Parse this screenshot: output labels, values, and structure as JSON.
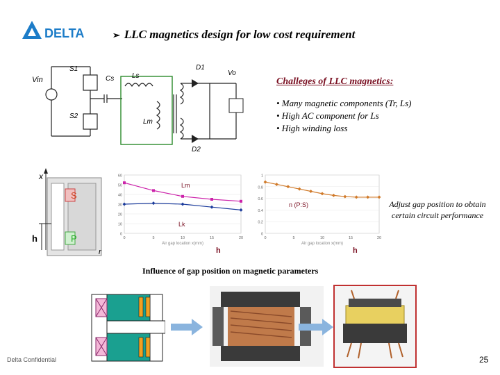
{
  "header": {
    "logo_text": "DELTA",
    "title": "LLC magnetics design for low cost requirement"
  },
  "circuit": {
    "vin": "Vin",
    "s1": "S1",
    "s2": "S2",
    "cs": "Cs",
    "ls": "Ls",
    "lm": "Lm",
    "d1": "D1",
    "d2": "D2",
    "vo": "Vo"
  },
  "challenges": {
    "title": "Challeges of LLC magnetics:",
    "items": [
      "• Many magnetic components (Tr, Ls)",
      "• High AC component for Ls",
      "• High winding loss"
    ]
  },
  "core_diagram": {
    "x_label": "x",
    "s_label": "S",
    "p_label": "P",
    "h_label": "h",
    "r_label": "r"
  },
  "adjust_note": "Adjust gap position to obtain certain circuit performance",
  "caption": "Influence of gap position on magnetic parameters",
  "footer": {
    "confidential": "Delta Confidential",
    "page_number": "25"
  },
  "colors": {
    "lm_series": "#cc22aa",
    "lk_series": "#1c3c9c",
    "n_series": "#d07a2a",
    "challenge_title": "#7a1022",
    "arrow": "#8ab4de"
  },
  "chart_data": [
    {
      "type": "line",
      "xlabel": "Air gap location x(mm)",
      "x_ticks": [
        "0",
        "5",
        "10",
        "15",
        "20"
      ],
      "y_ticks": [
        "0",
        "10",
        "20",
        "30",
        "40",
        "50",
        "60"
      ],
      "ylim": [
        0,
        60
      ],
      "xlim": [
        0,
        20
      ],
      "series": [
        {
          "name": "Lm",
          "x": [
            0,
            5,
            10,
            15,
            20
          ],
          "y": [
            52,
            44,
            38,
            35,
            33
          ]
        },
        {
          "name": "Lk",
          "x": [
            0,
            5,
            10,
            15,
            20
          ],
          "y": [
            30,
            31,
            30,
            27,
            24
          ]
        }
      ],
      "annotation": "h"
    },
    {
      "type": "line",
      "xlabel": "Air gap location x(mm)",
      "x_ticks": [
        "0",
        "5",
        "10",
        "15",
        "20"
      ],
      "y_ticks": [
        "0",
        "0.2",
        "0.4",
        "0.6",
        "0.8",
        "1"
      ],
      "ylim": [
        0,
        1
      ],
      "xlim": [
        0,
        20
      ],
      "series": [
        {
          "name": "n (P:S)",
          "x": [
            0,
            2,
            4,
            6,
            8,
            10,
            12,
            14,
            16,
            18,
            20
          ],
          "y": [
            0.88,
            0.84,
            0.8,
            0.76,
            0.72,
            0.68,
            0.65,
            0.63,
            0.62,
            0.62,
            0.62
          ]
        }
      ],
      "annotation": "h"
    }
  ]
}
